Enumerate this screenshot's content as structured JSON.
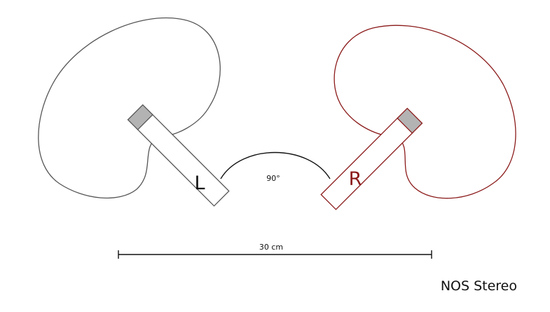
{
  "diagram": {
    "left_mic": {
      "label": "L",
      "color": "#555555"
    },
    "right_mic": {
      "label": "R",
      "color": "#8b1a1a"
    },
    "angle_label": "90°",
    "distance_label": "30 cm",
    "caption": "NOS Stereo",
    "capsule_color": "#b3b3b3",
    "arc_color": "#111111"
  }
}
